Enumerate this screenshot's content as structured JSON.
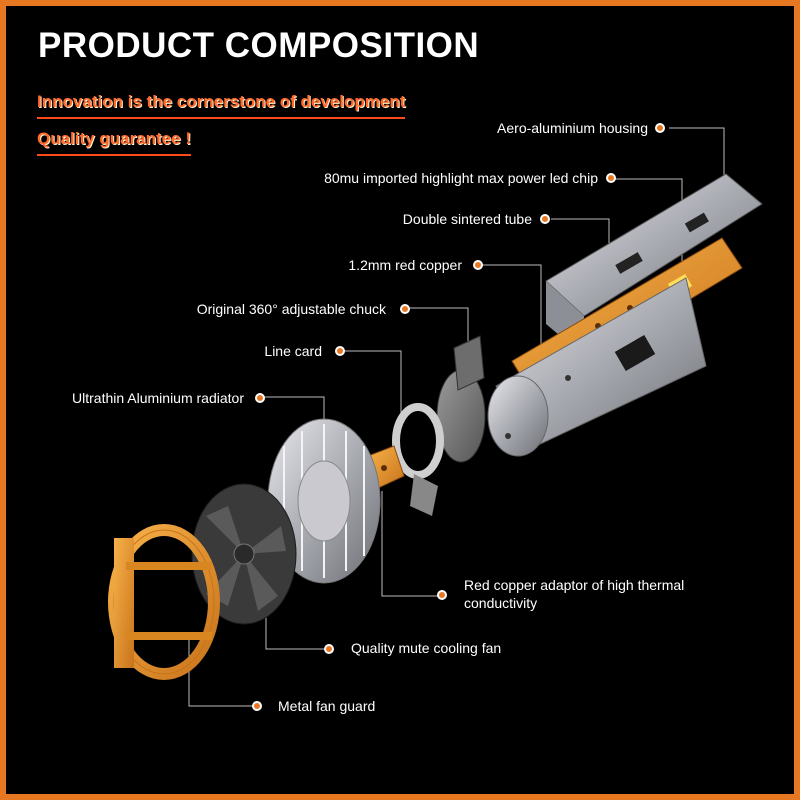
{
  "header": {
    "title": "PRODUCT COMPOSITION",
    "tagline_1": "Innovation is the cornerstone of development",
    "tagline_2": "Quality guarantee !"
  },
  "callouts": {
    "housing": "Aero-aluminium housing",
    "led_chip": "80mu imported highlight max power led chip",
    "tube": "Double sintered tube",
    "copper": "1.2mm red copper",
    "chuck": "Original 360° adjustable chuck",
    "line_card": "Line card",
    "radiator": "Ultrathin Aluminium radiator",
    "adaptor_line1": "Red copper adaptor of high thermal",
    "adaptor_line2": "conductivity",
    "fan": "Quality mute cooling fan",
    "guard": "Metal fan guard"
  },
  "colors": {
    "accent": "#e87722",
    "background": "#000000",
    "tagline": "#ff6a2b"
  }
}
